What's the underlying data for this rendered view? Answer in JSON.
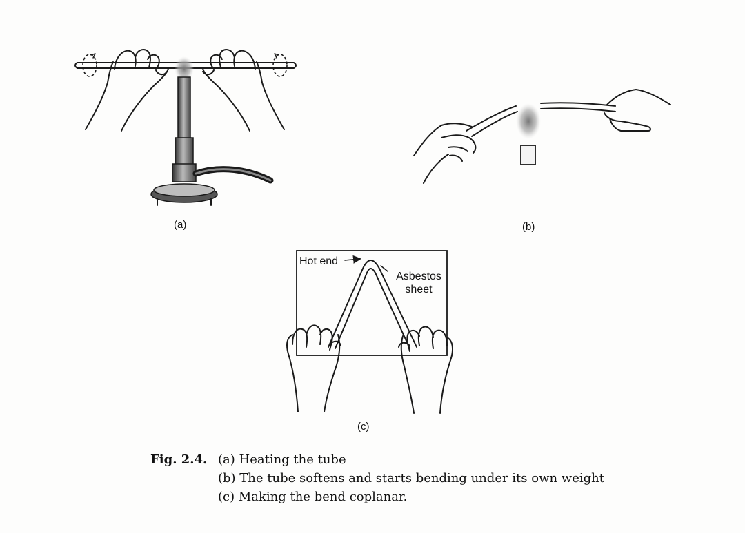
{
  "panels": {
    "a": {
      "label": "(a)"
    },
    "b": {
      "label": "(b)"
    },
    "c": {
      "label": "(c)"
    }
  },
  "callouts": {
    "hot_end": "Hot end",
    "asbestos_line1": "Asbestos",
    "asbestos_line2": "sheet"
  },
  "caption": {
    "fig_label": "Fig. 2.4.",
    "line1": "(a) Heating the tube",
    "line2": "(b) The tube softens and starts bending under its own weight",
    "line3": "(c) Making the bend coplanar."
  },
  "colors": {
    "ink": "#1a1a1a",
    "paper": "#fdfdfc",
    "flame": "#9a9a9a"
  }
}
